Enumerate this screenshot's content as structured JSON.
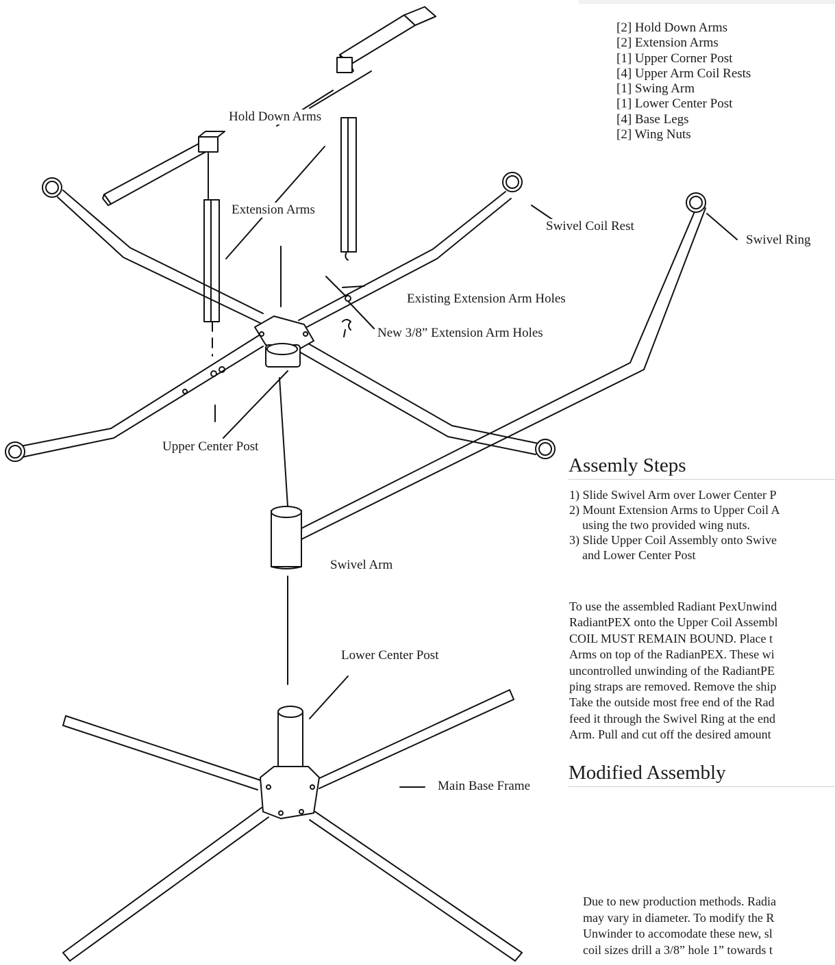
{
  "parts_list": [
    "[2] Hold Down Arms",
    "[2] Extension Arms",
    "[1] Upper Corner Post",
    "[4] Upper Arm Coil Rests",
    "[1] Swing Arm",
    "[1] Lower Center Post",
    "[4] Base Legs",
    "[2] Wing Nuts"
  ],
  "labels": {
    "hold_down_arms": "Hold Down Arms",
    "extension_arms": "Extension Arms",
    "swivel_coil_rest": "Swivel Coil Rest",
    "swivel_ring": "Swivel Ring",
    "existing_holes": "Existing Extension Arm Holes",
    "new_holes": "New 3/8” Extension Arm Holes",
    "upper_center_post": "Upper Center Post",
    "swivel_arm": "Swivel Arm",
    "lower_center_post": "Lower Center Post",
    "main_base_frame": "Main Base Frame"
  },
  "assembly": {
    "title": "Assemly Steps",
    "steps": [
      {
        "line1": "1) Slide Swivel Arm over Lower Center P",
        "line2": ""
      },
      {
        "line1": "2) Mount Extension Arms to Upper Coil A",
        "line2": "using the two provided wing nuts."
      },
      {
        "line1": "3) Slide Upper Coil Assembly onto Swive",
        "line2": "and Lower Center Post"
      }
    ],
    "paragraph": "To use the assembled Radiant PexUnwind\nRadiantPEX onto the Upper Coil Assembl\nCOIL MUST REMAIN BOUND. Place t\nArms on top of the RadianPEX. These wi\nuncontrolled unwinding of the RadiantPE\nping straps are removed. Remove the ship\nTake the outside most free end of the Rad\nfeed it through the Swivel Ring at the end\nArm. Pull and cut off the desired amount"
  },
  "modified": {
    "title": "Modified Assembly",
    "paragraph": "Due to new production methods. Radia\nmay vary in diameter. To modify the R\nUnwinder to accomodate these new, sl\ncoil sizes drill a 3/8” hole 1” towards t"
  }
}
